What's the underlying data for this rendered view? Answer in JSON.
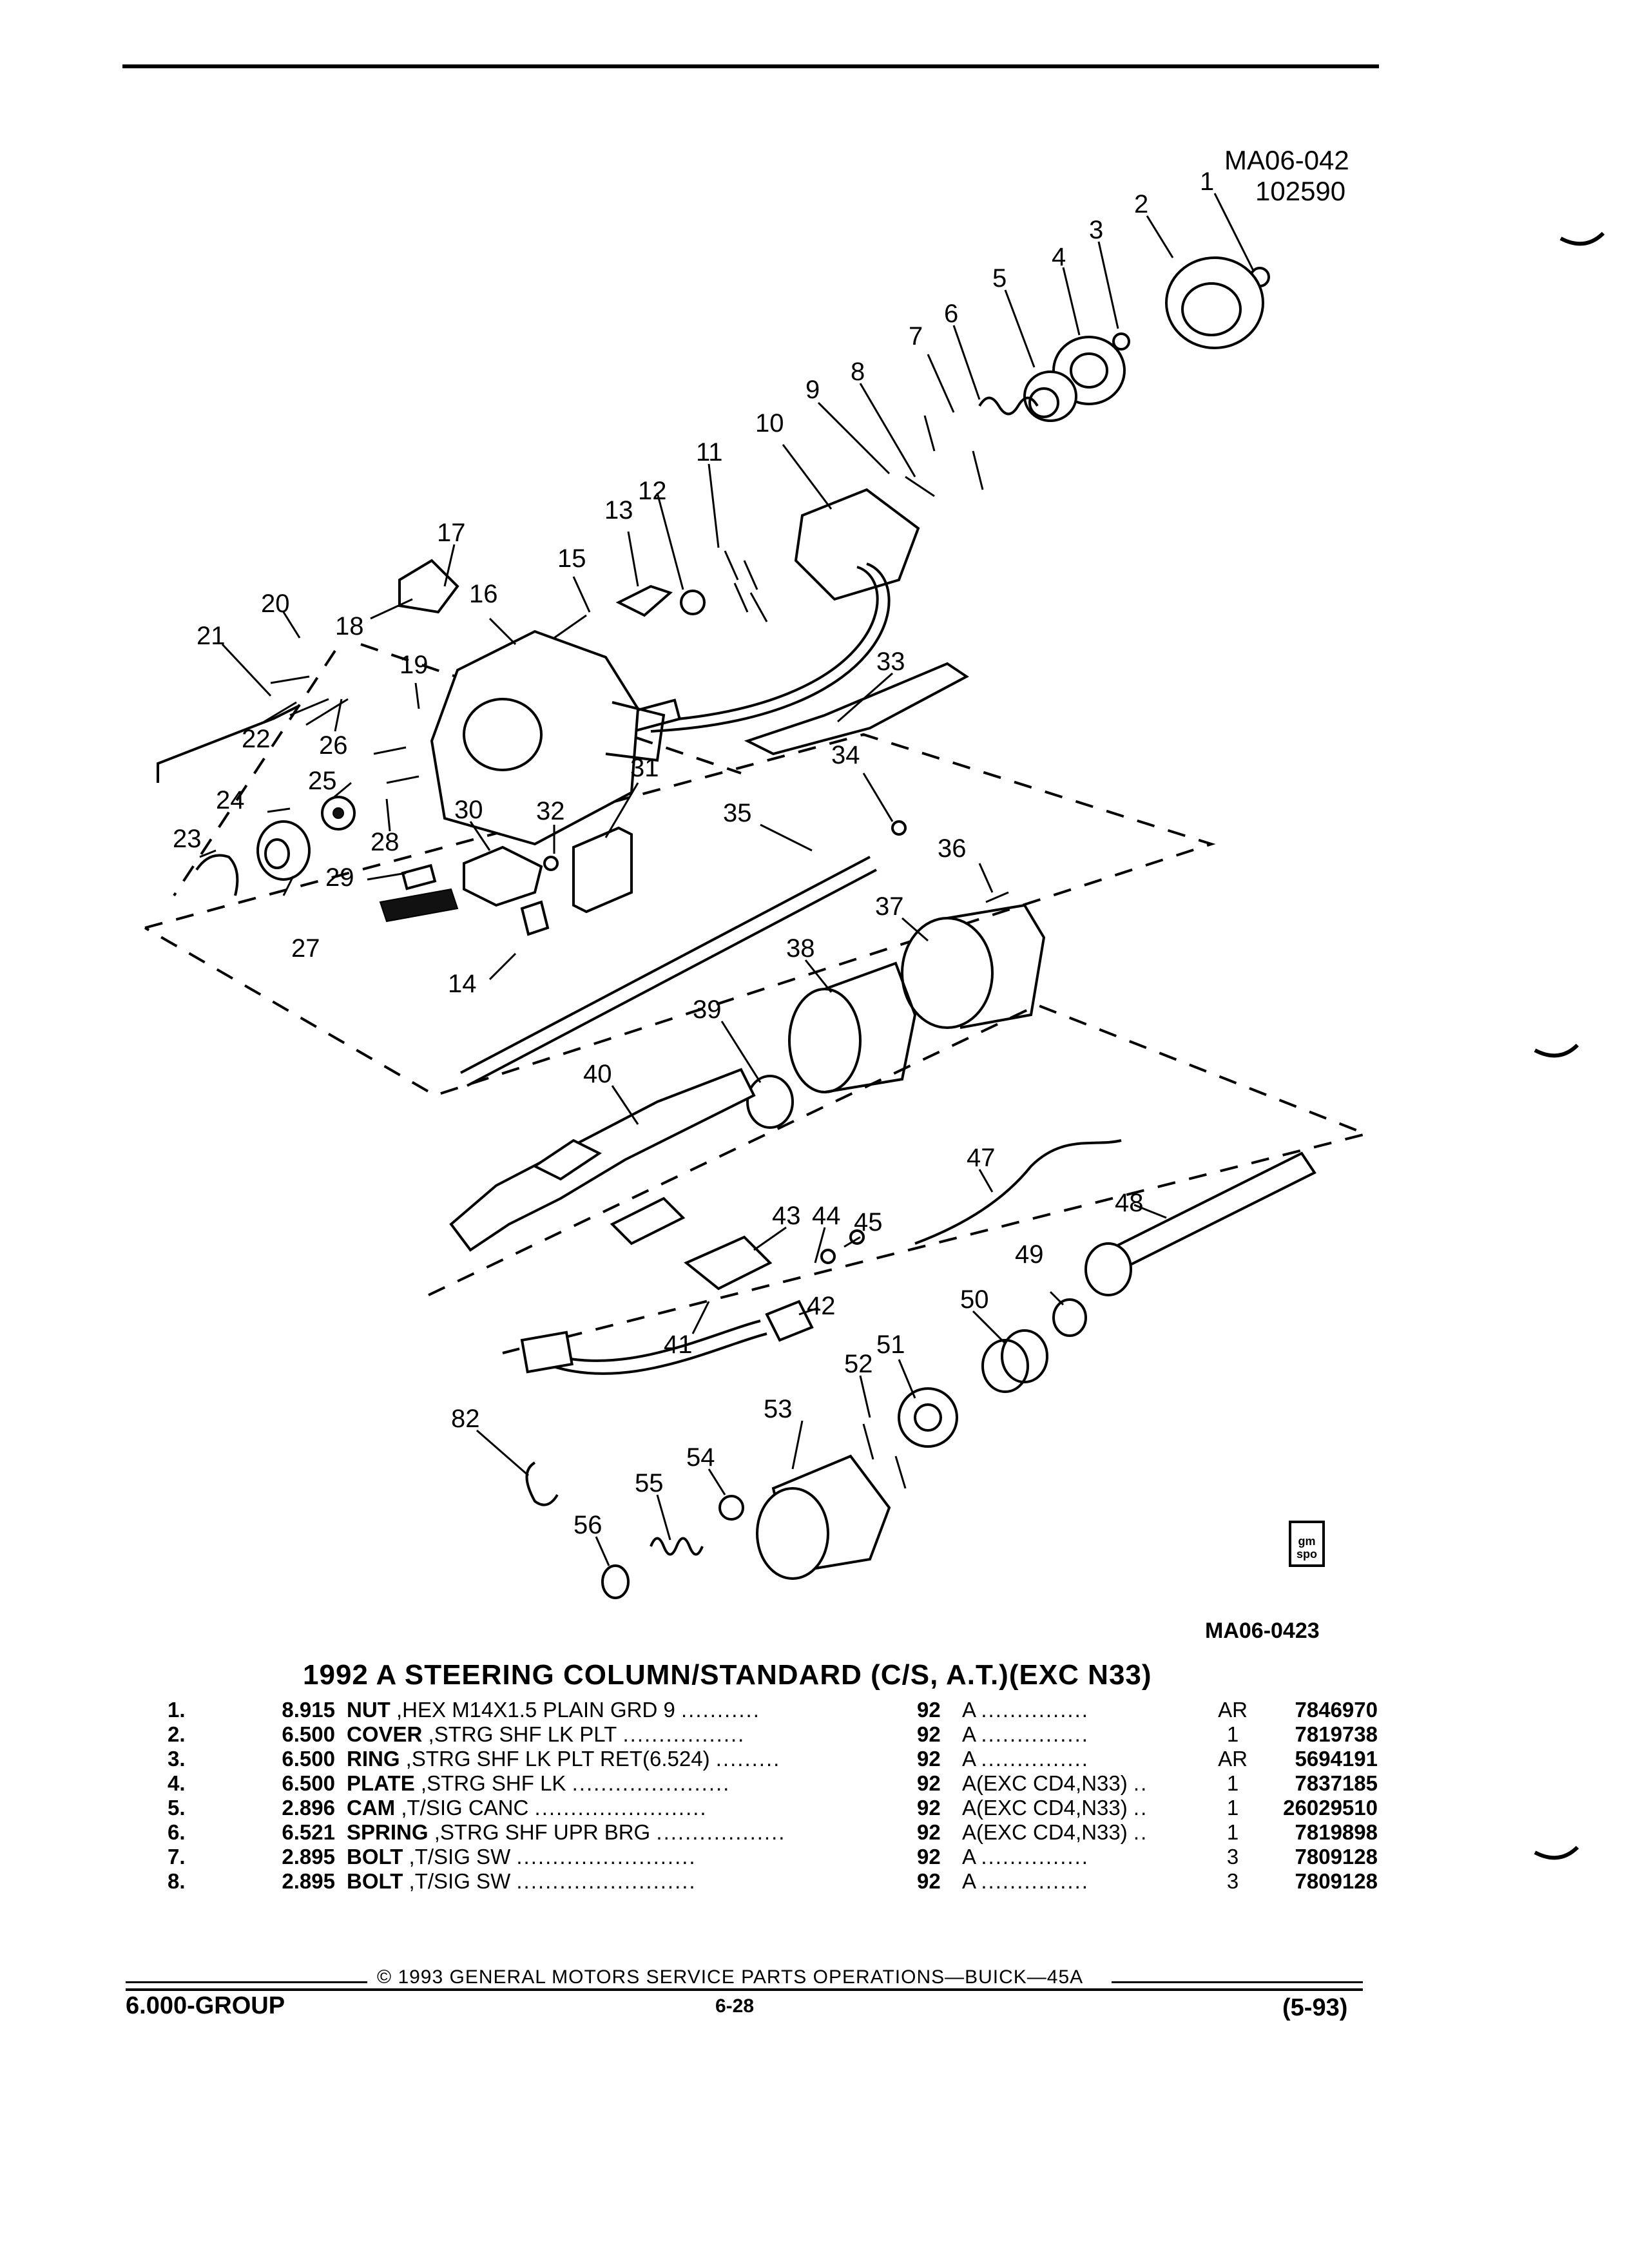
{
  "header": {
    "ref_code_1": "MA06-042",
    "ref_code_2": "102590"
  },
  "diagram": {
    "code": "MA06-0423",
    "logo_text_1": "gm",
    "logo_text_2": "spo",
    "callouts": [
      "1",
      "2",
      "3",
      "4",
      "5",
      "6",
      "7",
      "8",
      "9",
      "10",
      "11",
      "12",
      "13",
      "14",
      "15",
      "16",
      "17",
      "18",
      "19",
      "20",
      "21",
      "22",
      "23",
      "24",
      "25",
      "26",
      "27",
      "28",
      "29",
      "30",
      "31",
      "32",
      "33",
      "34",
      "35",
      "36",
      "37",
      "38",
      "39",
      "40",
      "41",
      "42",
      "43",
      "44",
      "45",
      "47",
      "48",
      "49",
      "50",
      "51",
      "52",
      "53",
      "54",
      "55",
      "56",
      "82"
    ]
  },
  "section_title": "1992 A STEERING COLUMN/STANDARD (C/S, A.T.)(EXC N33)",
  "parts": [
    {
      "num": "1.",
      "code": "8.915",
      "name": "NUT",
      "desc": ",HEX M14X1.5 PLAIN GRD 9",
      "dots": "...........",
      "year": "92",
      "app": "A",
      "app_dots": "...............",
      "qty": "AR",
      "part": "7846970"
    },
    {
      "num": "2.",
      "code": "6.500",
      "name": "COVER",
      "desc": ",STRG SHF LK PLT",
      "dots": ".................",
      "year": "92",
      "app": "A",
      "app_dots": "...............",
      "qty": "1",
      "part": "7819738"
    },
    {
      "num": "3.",
      "code": "6.500",
      "name": "RING",
      "desc": ",STRG SHF LK PLT RET(6.524)",
      "dots": ".........",
      "year": "92",
      "app": "A",
      "app_dots": "...............",
      "qty": "AR",
      "part": "5694191"
    },
    {
      "num": "4.",
      "code": "6.500",
      "name": "PLATE",
      "desc": ",STRG SHF LK",
      "dots": "......................",
      "year": "92",
      "app": "A(EXC CD4,N33)",
      "app_dots": "..",
      "qty": "1",
      "part": "7837185"
    },
    {
      "num": "5.",
      "code": "2.896",
      "name": "CAM",
      "desc": ",T/SIG CANC",
      "dots": "........................",
      "year": "92",
      "app": "A(EXC CD4,N33)",
      "app_dots": "..",
      "qty": "1",
      "part": "26029510"
    },
    {
      "num": "6.",
      "code": "6.521",
      "name": "SPRING",
      "desc": ",STRG SHF UPR BRG",
      "dots": "..................",
      "year": "92",
      "app": "A(EXC CD4,N33)",
      "app_dots": "..",
      "qty": "1",
      "part": "7819898"
    },
    {
      "num": "7.",
      "code": "2.895",
      "name": "BOLT",
      "desc": ",T/SIG SW",
      "dots": ".........................",
      "year": "92",
      "app": "A",
      "app_dots": "...............",
      "qty": "3",
      "part": "7809128"
    },
    {
      "num": "8.",
      "code": "2.895",
      "name": "BOLT",
      "desc": ",T/SIG SW",
      "dots": ".........................",
      "year": "92",
      "app": "A",
      "app_dots": "...............",
      "qty": "3",
      "part": "7809128"
    }
  ],
  "footer": {
    "copyright": "© 1993 GENERAL MOTORS SERVICE PARTS OPERATIONS—BUICK—45A",
    "group": "6.000-GROUP",
    "page": "6-28",
    "date": "(5-93)"
  }
}
